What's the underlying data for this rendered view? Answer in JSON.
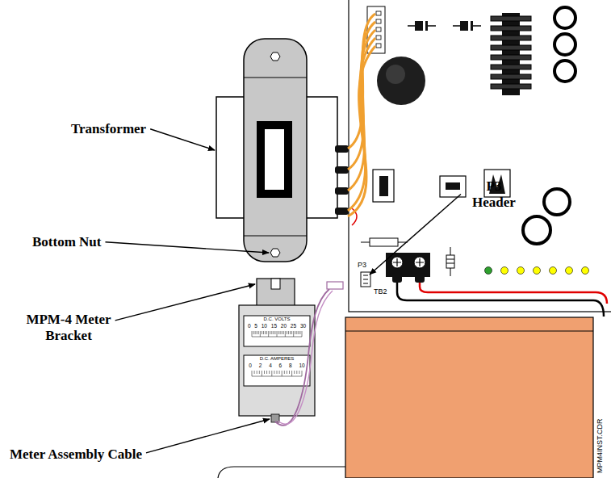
{
  "diagram": {
    "labels": [
      "Transformer",
      "Bottom Nut",
      "MPM-4 Meter Bracket",
      "Meter Assembly Cable",
      "P3 Header",
      "P3",
      "TB2",
      "D.C. VOLTS",
      "0 5 10 15 20 25 30",
      "D.C. AMPERES",
      "0 2 4 6 8 10",
      "MPM4INST.CDR"
    ]
  }
}
